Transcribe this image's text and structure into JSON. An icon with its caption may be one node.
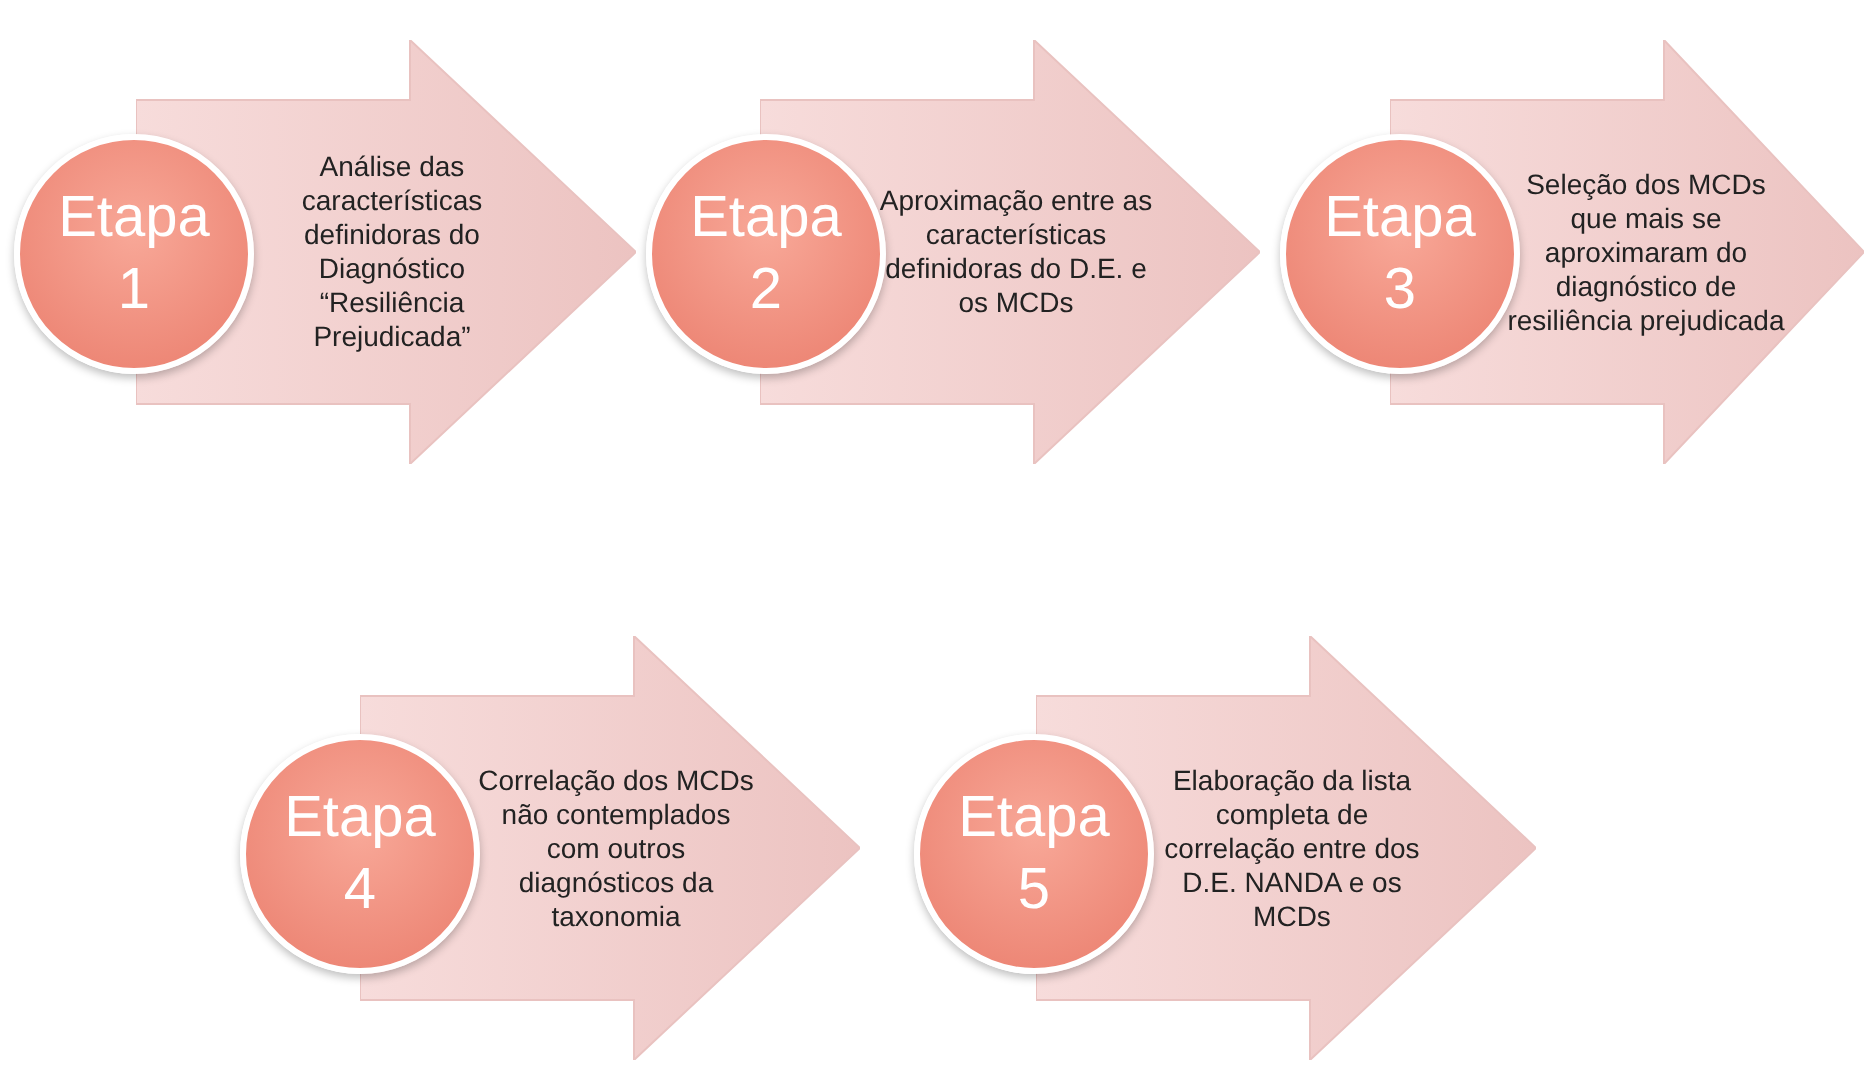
{
  "diagram": {
    "nodes": [
      {
        "text": [
          "Etapa 1"
        ]
      },
      {
        "text": [
          "Análise das características definidoras do Diagnóstico “Resiliência Prejudicada”"
        ]
      },
      {
        "text": [
          "Etapa 2"
        ]
      },
      {
        "text": [
          "Aproximação entre as características definidoras do D.E. e os MCDs"
        ]
      },
      {
        "text": [
          "Etapa 3"
        ]
      },
      {
        "text": [
          "Seleção dos MCDs que mais se aproximaram do diagnóstico de resiliência prejudicada"
        ]
      },
      {
        "text": [
          "Etapa 4"
        ]
      },
      {
        "text": [
          "Correlação dos MCDs não contemplados com outros diagnósticos da taxonomia"
        ]
      },
      {
        "text": [
          "Etapa 5"
        ]
      },
      {
        "text": [
          "Elaboração da lista completa de correlação entre dos D.E. NANDA e os MCDs"
        ]
      }
    ]
  }
}
